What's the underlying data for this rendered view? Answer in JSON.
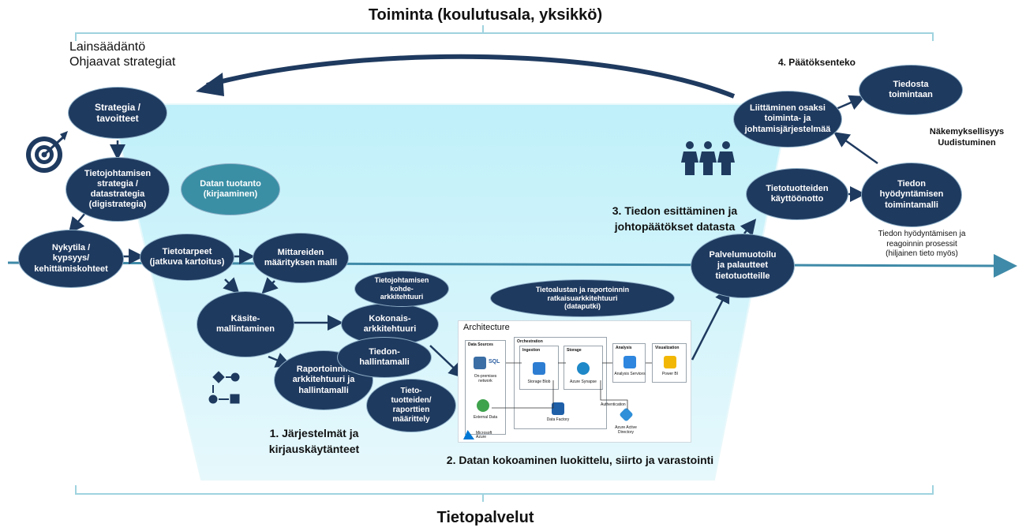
{
  "header": {
    "title": "Toiminta (koulutusala, yksikkö)"
  },
  "footer": {
    "title": "Tietopalvelut"
  },
  "legislation": {
    "line1": "Lainsäädäntö",
    "line2": "Ohjaavat strategiat"
  },
  "decision": {
    "title": "4. Päätöksenteko"
  },
  "vision": {
    "line1": "Näkemyksellisyys",
    "line2": "Uudistuminen"
  },
  "nodes": {
    "strategia": "Strategia /\ntavoitteet",
    "tietojohtamisen_strategia": "Tietojohtamisen\nstrategia /\ndatastrategia\n(digistrategia)",
    "nykytila": "Nykytila /\nkypsyys/\nkehittämiskohteet",
    "datan_tuotanto": "Datan tuotanto\n(kirjaaminen)",
    "tietotarpeet": "Tietotarpeet\n(jatkuva kartoitus)",
    "mittareiden": "Mittareiden\nmäärityksen malli",
    "kasite": "Käsite-\nmallintaminen",
    "raportoinnin": "Raportoinnin\narkkitehtuuri ja\nhallintamalli",
    "tj_kohde": "Tietojohtamisen\nkohde-\narkkitehtuuri",
    "kokonais": "Kokonais-\narkkitehtuuri",
    "tiedonhallinta": "Tiedon-\nhallintamalli",
    "tietotuotteiden_maarittely": "Tieto-\ntuotteiden/\nraporttien\nmäärittely",
    "tietoalusta": "Tietoalustan ja raportoinnin\nratkaisuarkkitehtuuri\n(dataputki)",
    "palvelumuotoilu": "Palvelumuotoilu\nja palautteet\ntietotuotteille",
    "kayttoonotto": "Tietotuotteiden\nkäyttöönotto",
    "hyodyntamisen": "Tiedon\nhyödyntämisen\ntoimintamalli",
    "liittaminen": "Liittäminen osaksi\ntoiminta- ja\njohtamisjärjestelmää",
    "tiedosta": "Tiedosta\ntoimintaan"
  },
  "notes": {
    "prosessi": "Tiedon hyödyntämisen ja\nreagoinnin prosessit\n(hiljainen tieto myös)"
  },
  "sections": {
    "s1": "1. Järjestelmät ja\nkirjauskäytänteet",
    "s2": "2. Datan kokoaminen luokittelu, siirto ja varastointi",
    "s3": "3. Tiedon esittäminen ja\njohtopäätökset datasta"
  },
  "architecture": {
    "title": "Architecture",
    "data_sources": "Data Sources",
    "sql": "SQL",
    "on_premises": "On-premises network",
    "external": "External Data",
    "orchestration": "Orchestration",
    "ingestion": "Ingestion",
    "storage_blob": "Storage Blob",
    "storage": "Storage",
    "synapse": "Azure Synapse",
    "data_factory": "Data Factory",
    "analysis": "Analysis",
    "analysis_services": "Analysis Services",
    "visualization": "Visualization",
    "power_bi": "Power BI",
    "authentication": "Authentication",
    "aad": "Azure Active Directory",
    "ms_azure": "Microsoft Azure"
  },
  "icons": [
    "target-icon",
    "people-icon",
    "shapes-icon"
  ],
  "colors": {
    "node": "#1f3a5f",
    "node_teal": "#3a8fa5",
    "funnel": "#cdf1f8",
    "arrow": "#1f3a5f",
    "bracket": "#9fd3df"
  }
}
